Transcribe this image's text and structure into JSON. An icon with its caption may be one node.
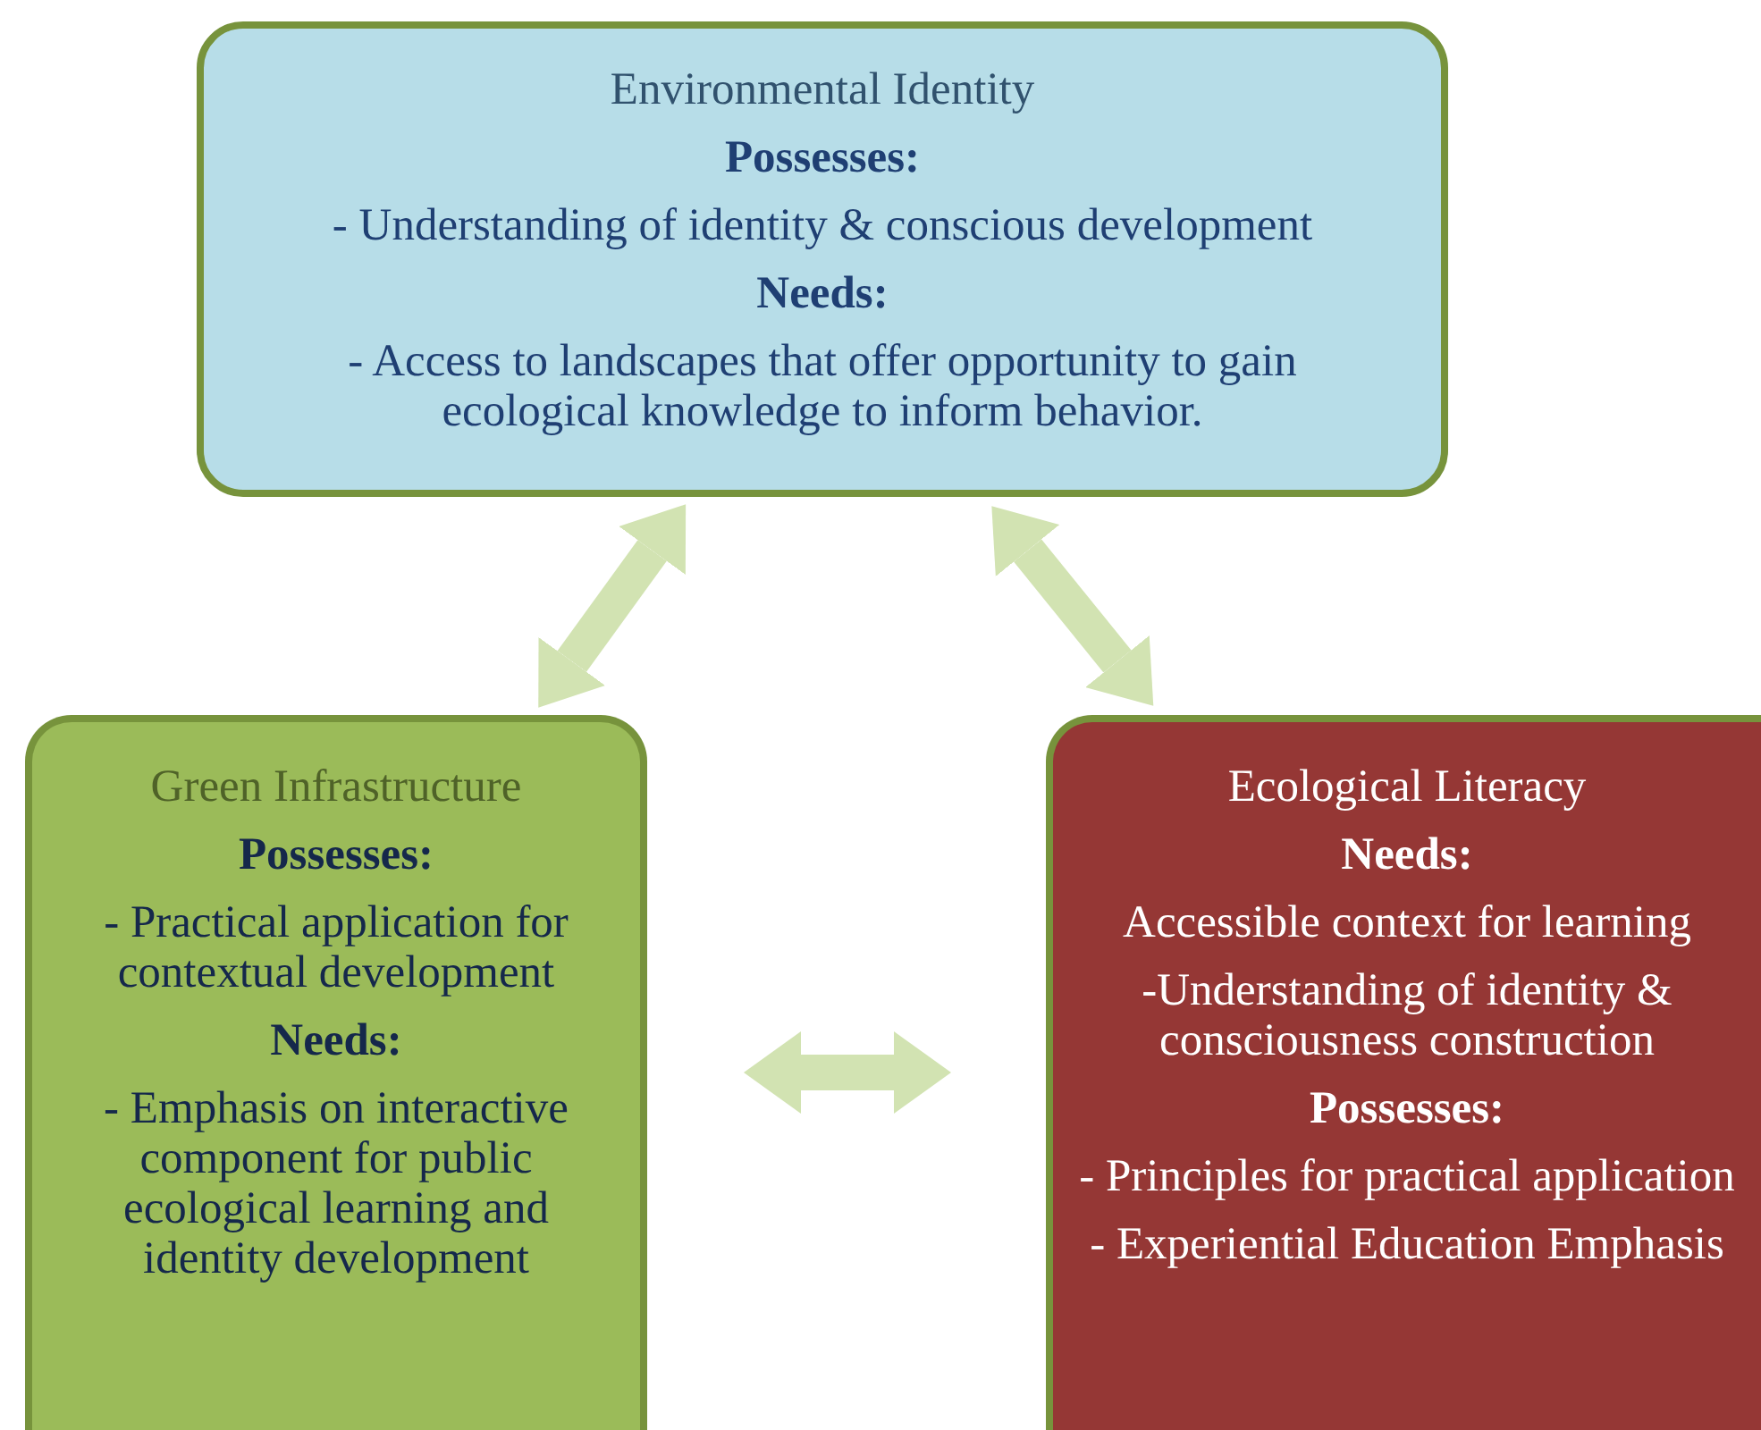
{
  "diagram": {
    "nodes": [
      {
        "text": [
          "Environmental Identity",
          "Possesses:",
          "- Understanding of identity & conscious development",
          "Needs:",
          "- Access to landscapes that offer opportunity to gain ecological knowledge to inform behavior."
        ]
      },
      {
        "text": [
          "Green Infrastructure",
          "Possesses:",
          "- Practical application for contextual development",
          "Needs:",
          "- Emphasis on interactive component for public ecological learning and identity development"
        ]
      },
      {
        "text": [
          "Ecological Literacy",
          "Needs:",
          "Accessible context for learning",
          "-Understanding of identity & consciousness construction",
          "Possesses:",
          "- Principles for practical application",
          "- Experiential Education Emphasis"
        ]
      }
    ],
    "edges": [
      {
        "from": 0,
        "to": 1,
        "arrow": "both"
      },
      {
        "from": 0,
        "to": 2,
        "arrow": "both"
      },
      {
        "from": 1,
        "to": 2,
        "arrow": "both"
      }
    ]
  }
}
